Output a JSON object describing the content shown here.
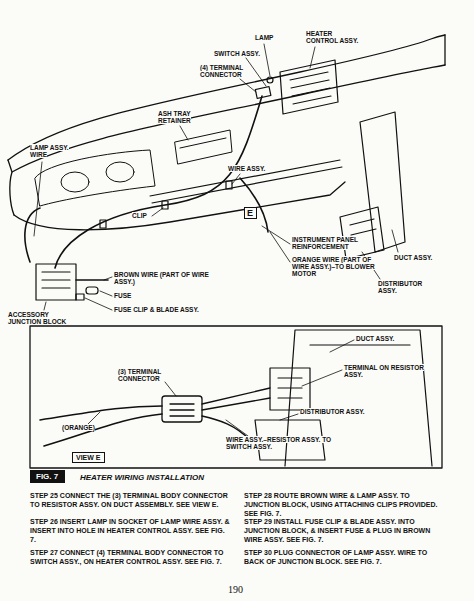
{
  "diagram": {
    "caption": "HEATER WIRING INSTALLATION",
    "nodes": [
      {
        "text": [
          "E"
        ]
      },
      {
        "text": [
          "VIEW E"
        ]
      },
      {
        "text": [
          "FIG. 7"
        ]
      }
    ],
    "labels": [
      "LAMP",
      "HEATER CONTROL ASSY.",
      "SWITCH ASSY.",
      "(4) TERMINAL CONNECTOR",
      "LAMP ASSY. WIRE",
      "ASH TRAY RETAINER",
      "WIRE ASSY.",
      "CLIP",
      "INSTRUMENT PANEL REINFORCEMENT",
      "ORANGE WIRE (PART OF WIRE ASSY.)–TO BLOWER MOTOR",
      "DUCT ASSY.",
      "DISTRIBUTOR ASSY.",
      "BROWN WIRE (PART OF WIRE ASSY.)",
      "FUSE",
      "ACCESSORY JUNCTION BLOCK",
      "FUSE CLIP & BLADE ASSY.",
      "DUCT ASSY.",
      "TERMINAL ON RESISTOR ASSY.",
      "(3) TERMINAL CONNECTOR",
      "DISTRIBUTOR ASSY.",
      "(ORANGE)",
      "WIRE ASSY.–RESISTOR ASSY. TO SWITCH ASSY.",
      "STEP 25 CONNECT THE (3) TERMINAL BODY CONNECTOR TO RESISTOR ASSY. ON DUCT ASSEMBLY. SEE VIEW E.",
      "STEP 26 INSERT LAMP IN SOCKET OF LAMP WIRE ASSY. & INSERT INTO HOLE IN HEATER CONTROL ASSY. SEE FIG. 7.",
      "STEP 27 CONNECT (4) TERMINAL BODY CONNECTOR TO SWITCH ASSY., ON HEATER CONTROL ASSY. SEE FIG. 7.",
      "STEP 28 ROUTE BROWN WIRE & LAMP ASSY. TO JUNCTION BLOCK, USING ATTACHING CLIPS PROVIDED. SEE FIG. 7.",
      "STEP 29 INSTALL FUSE CLIP & BLADE ASSY. INTO JUNCTION BLOCK, & INSERT FUSE & PLUG IN BROWN WIRE ASSY. SEE FIG. 7.",
      "STEP 30 PLUG CONNECTOR OF LAMP ASSY. WIRE TO BACK OF JUNCTION BLOCK. SEE FIG. 7.",
      "190"
    ]
  }
}
